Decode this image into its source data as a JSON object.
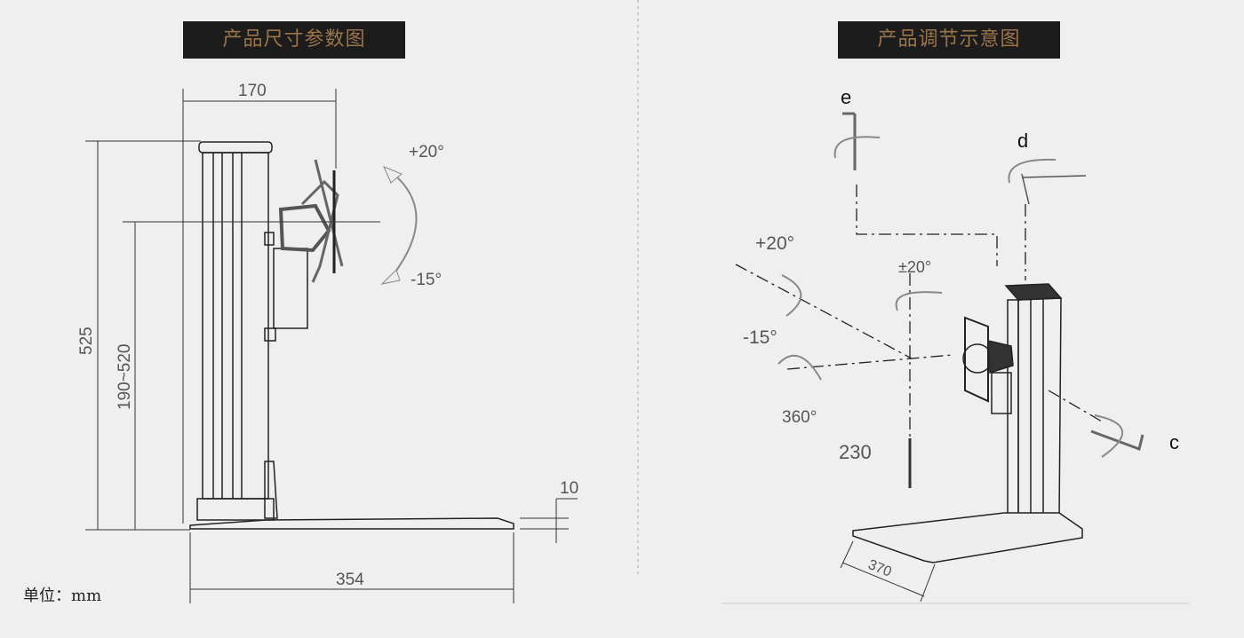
{
  "left_panel": {
    "title": "产品尺寸参数图",
    "dims": {
      "width_top": "170",
      "height_total": "525",
      "height_range": "190~520",
      "tilt_up": "+20°",
      "tilt_down": "-15°",
      "base_thickness": "10",
      "base_depth": "354"
    },
    "unit": "单位：mm"
  },
  "right_panel": {
    "title": "产品调节示意图",
    "labels": {
      "e": "e",
      "d": "d",
      "c": "c",
      "tilt_up": "+20°",
      "tilt_down": "-15°",
      "swivel": "±20°",
      "rotate": "360°",
      "height_travel": "230",
      "base_width": "370"
    }
  },
  "colors": {
    "header_bg": "#1c1c1c",
    "header_text": "#9a7548",
    "background": "#efefef"
  }
}
